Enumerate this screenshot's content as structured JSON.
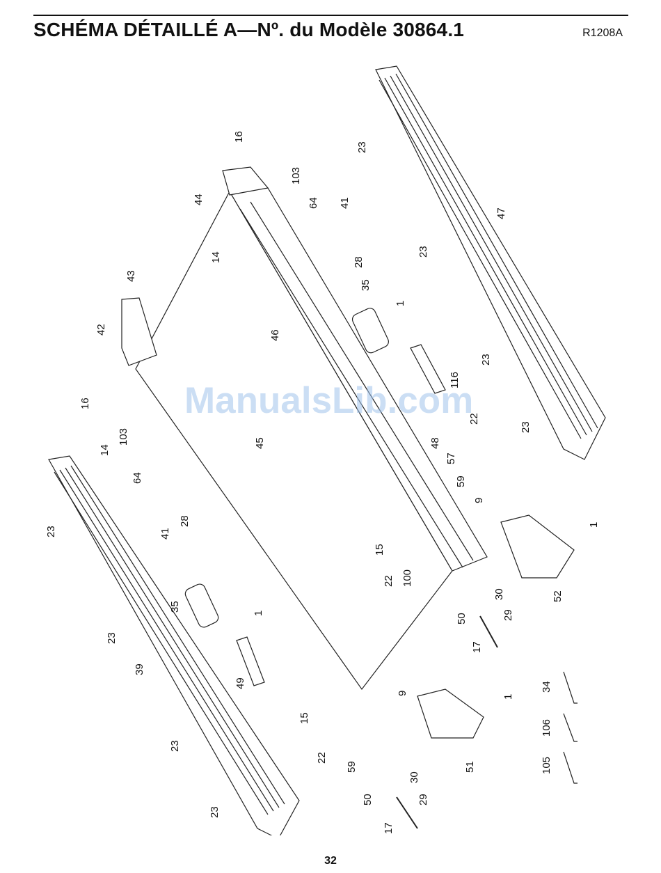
{
  "header": {
    "title": "SCHÉMA DÉTAILLÉ A—Nº. du Modèle 30864.1",
    "code": "R1208A"
  },
  "watermark": "ManualsLib.com",
  "footer": {
    "page_number": "32"
  },
  "part_labels": [
    "16",
    "103",
    "44",
    "64",
    "41",
    "14",
    "28",
    "23",
    "47",
    "43",
    "35",
    "1",
    "42",
    "46",
    "116",
    "22",
    "45",
    "57",
    "48",
    "9",
    "59",
    "15",
    "100",
    "52",
    "30",
    "50",
    "29",
    "17",
    "39",
    "49",
    "34",
    "106",
    "105",
    "51"
  ]
}
